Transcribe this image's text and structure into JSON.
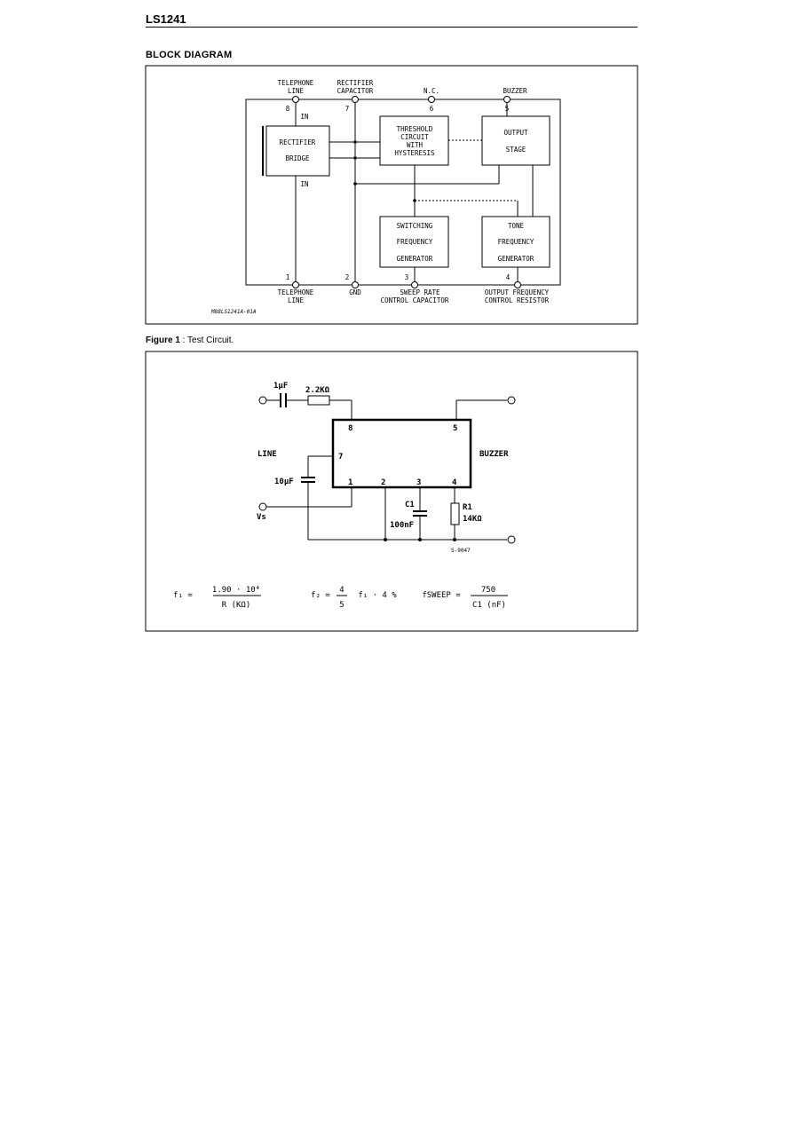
{
  "header": {
    "part_number": "LS1241"
  },
  "block_diagram": {
    "section_title": "BLOCK DIAGRAM",
    "pins_top": {
      "p8": {
        "number": "8",
        "label1": "TELEPHONE",
        "label2": "LINE"
      },
      "p7": {
        "number": "7",
        "label1": "RECTIFIER",
        "label2": "CAPACITOR"
      },
      "p6": {
        "number": "6",
        "label1": "N.C."
      },
      "p5": {
        "number": "5",
        "label1": "BUZZER"
      }
    },
    "pins_bottom": {
      "p1": {
        "number": "1",
        "label1": "TELEPHONE",
        "label2": "LINE"
      },
      "p2": {
        "number": "2",
        "label1": "GND"
      },
      "p3": {
        "number": "3",
        "label1": "SWEEP RATE",
        "label2": "CONTROL CAPACITOR"
      },
      "p4": {
        "number": "4",
        "label1": "OUTPUT FREQUENCY",
        "label2": "CONTROL RESISTOR"
      }
    },
    "blocks": {
      "rectifier": [
        "RECTIFIER",
        "BRIDGE"
      ],
      "threshold": [
        "THRESHOLD",
        "CIRCUIT",
        "WITH",
        "HYSTERESIS"
      ],
      "output": [
        "OUTPUT",
        "STAGE"
      ],
      "switching": [
        "SWITCHING",
        "FREQUENCY",
        "GENERATOR"
      ],
      "tone": [
        "TONE",
        "FREQUENCY",
        "GENERATOR"
      ]
    },
    "in_top": "IN",
    "in_bottom": "IN",
    "ref_code": "M88LS1241A-01A"
  },
  "figure": {
    "caption_bold": "Figure 1",
    "caption_text": " : Test Circuit.",
    "components": {
      "c_in": "1µF",
      "r_in": "2.2KΩ",
      "c_rect": "10µF",
      "c1_name": "C1",
      "c1_value": "100nF",
      "r1_name": "R1",
      "r1_value": "14KΩ"
    },
    "pins": {
      "p8": "8",
      "p5": "5",
      "p7": "7",
      "p1": "1",
      "p2": "2",
      "p3": "3",
      "p4": "4"
    },
    "labels": {
      "line": "LINE",
      "buzzer": "BUZZER",
      "vs": "Vs",
      "ref_code": "S-9047"
    },
    "formulas": {
      "f1_lhs": "f₁ =",
      "f1_num": "1.90 · 10⁴",
      "f1_den": "R (KΩ)",
      "f2_lhs": "f₂ =",
      "f2_num": "4",
      "f2_den": "5",
      "f2_tail": "f₁ · 4 %",
      "fs_lhs": "fSWEEP =",
      "fs_num": "750",
      "fs_den": "C1 (nF)"
    }
  }
}
